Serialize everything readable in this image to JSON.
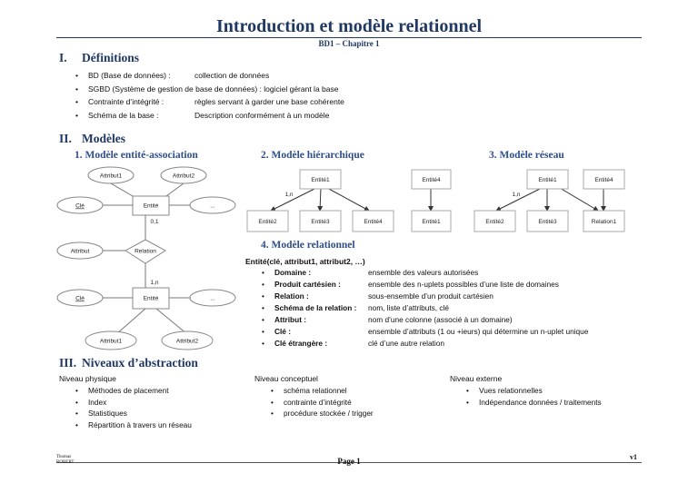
{
  "header": {
    "title": "Introduction et modèle relationnel",
    "subtitle": "BD1 – Chapitre 1"
  },
  "s1": {
    "num": "I.",
    "title": "Définitions",
    "items": [
      {
        "term": "BD (Base de données) :",
        "def": "collection de données"
      },
      {
        "term": "SGBD (Système de gestion de base de données) : logiciel gérant la base",
        "def": ""
      },
      {
        "term": "Contrainte d’intégrité :",
        "def": "règles servant à garder une base cohérente"
      },
      {
        "term": "Schéma de la base :",
        "def": "Description conformément à un modèle"
      }
    ]
  },
  "s2": {
    "num": "II.",
    "title": "Modèles",
    "m1": "1.  Modèle entité-association",
    "m2": "2.  Modèle hiérarchique",
    "m3": "3.  Modèle réseau",
    "m4": "4.  Modèle relationnel",
    "ea": {
      "attr1": "Attribut1",
      "attr2": "Attribut2",
      "cle": "Clé",
      "entite": "Entité",
      "dots": "...",
      "card1": "0,1",
      "relation": "Relation",
      "attribut": "Attribut",
      "card2": "1,n",
      "attr1b": "Attribut1",
      "attr2b": "Attribut2"
    },
    "hier": {
      "e1": "Entité1",
      "card": "1,n",
      "e2": "Entité2",
      "e3": "Entité3",
      "e4": "Entité4",
      "f4": "Entité4",
      "f1": "Entité1"
    },
    "net": {
      "e1": "Entité1",
      "e4": "Entité4",
      "card": "1,n",
      "e2": "Entité2",
      "e3": "Entité3",
      "rel": "Relation1"
    },
    "rel": {
      "formula": "Entité(clé, attribut1, attribut2, …)",
      "items": [
        {
          "term": "Domaine :",
          "def": "ensemble des valeurs autorisées"
        },
        {
          "term": "Produit cartésien :",
          "def": "ensemble des n-uplets possibles d’une liste de domaines"
        },
        {
          "term": "Relation :",
          "def": "sous-ensemble d’un produit cartésien"
        },
        {
          "term": "Schéma de la relation :",
          "def": "nom, liste d’attributs, clé"
        },
        {
          "term": "Attribut :",
          "def": "nom d’une colonne (associé à un domaine)"
        },
        {
          "term": "Clé :",
          "def": "ensemble d’attributs (1 ou +ieurs) qui détermine un n-uplet unique"
        },
        {
          "term": "Clé étrangère :",
          "def": "clé d’une autre relation"
        }
      ]
    }
  },
  "s3": {
    "num": "III.",
    "title": "Niveaux d’abstraction",
    "cols": [
      {
        "head": "Niveau physique",
        "items": [
          "Méthodes de placement",
          "Index",
          "Statistiques",
          "Répartition à travers un réseau"
        ]
      },
      {
        "head": "Niveau conceptuel",
        "items": [
          "schéma relationnel",
          "contrainte d’intégrité",
          "procédure stockée / trigger"
        ]
      },
      {
        "head": "Niveau externe",
        "items": [
          "Vues relationnelles",
          "Indépendance données / traitements"
        ]
      }
    ]
  },
  "footer": {
    "author1": "Thomas",
    "author2": "ROBERT",
    "page": "Page 1",
    "version": "v1"
  }
}
